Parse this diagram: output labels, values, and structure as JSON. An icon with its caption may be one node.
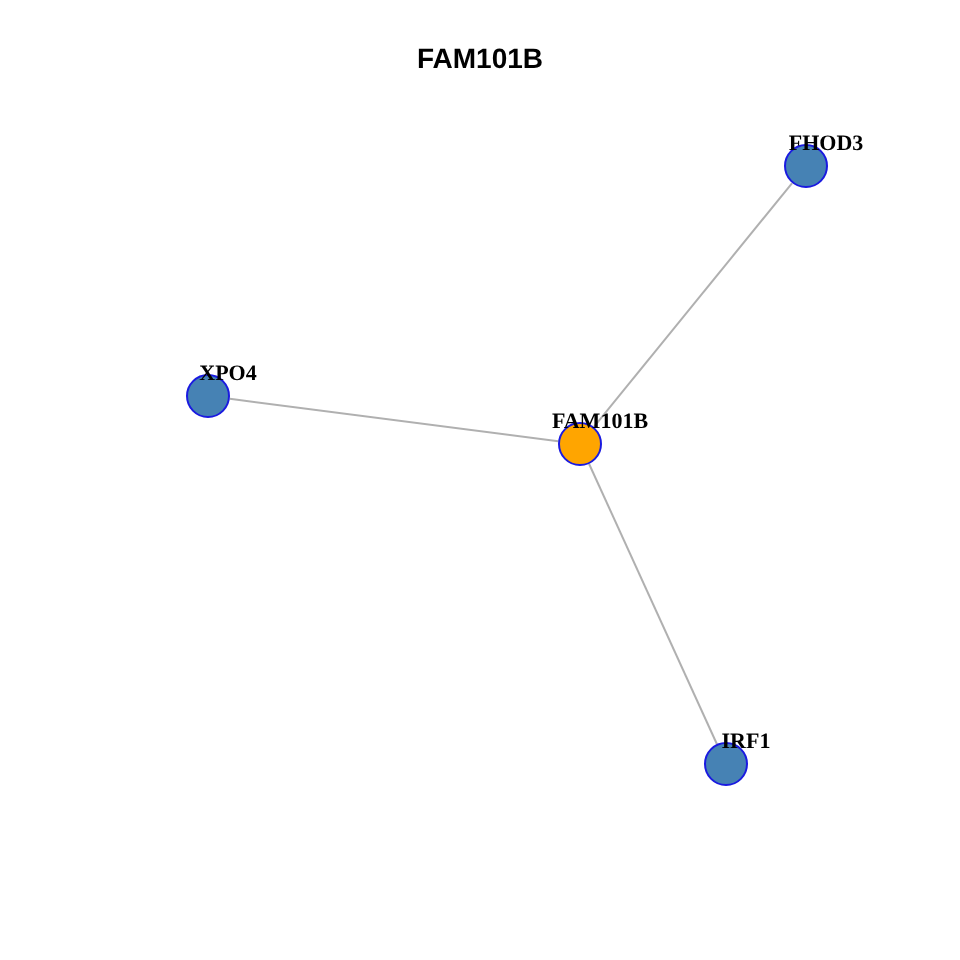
{
  "diagram": {
    "title": "FAM101B",
    "nodes": [
      {
        "text": [
          "FHOD3"
        ]
      },
      {
        "text": [
          "XPO4"
        ]
      },
      {
        "text": [
          "FAM101B"
        ]
      },
      {
        "text": [
          "IRF1"
        ]
      }
    ],
    "edges": [
      {
        "from": 2,
        "to": 0,
        "arrow": "none"
      },
      {
        "from": 2,
        "to": 1,
        "arrow": "none"
      },
      {
        "from": 2,
        "to": 3,
        "arrow": "none"
      }
    ]
  }
}
